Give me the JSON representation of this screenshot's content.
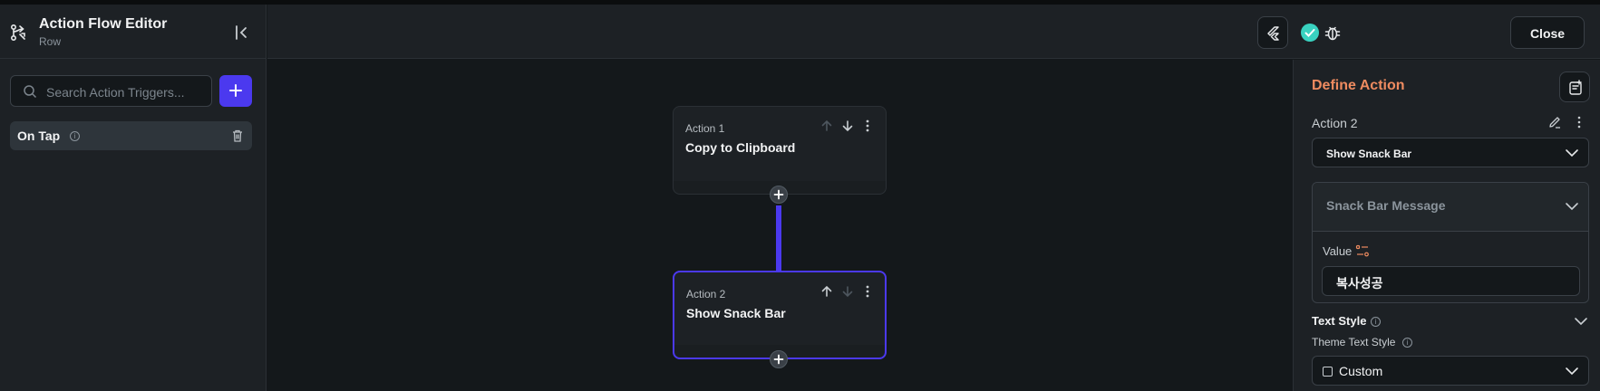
{
  "app": {
    "title": "Action Flow Editor",
    "subtitle": "Row"
  },
  "left": {
    "search_placeholder": "Search Action Triggers...",
    "triggers": [
      {
        "label": "On Tap"
      }
    ]
  },
  "topbar": {
    "close_label": "Close"
  },
  "canvas": {
    "nodes": [
      {
        "label": "Action 1",
        "name": "Copy to Clipboard"
      },
      {
        "label": "Action 2",
        "name": "Show Snack Bar"
      }
    ]
  },
  "right": {
    "title": "Define Action",
    "action_label": "Action 2",
    "action_type": "Show Snack Bar",
    "group_title": "Snack Bar Message",
    "value_label": "Value",
    "value_text": "복사성공",
    "text_style_label": "Text Style",
    "theme_text_style_label": "Theme Text Style",
    "theme_text_style_value": "Custom"
  },
  "colors": {
    "accent": "#4b39ef",
    "title_orange": "#ee8b60",
    "success": "#39d2c0"
  },
  "icons": [
    "flow-icon",
    "collapse-icon",
    "search-icon",
    "plus-icon",
    "info-icon",
    "trash-icon",
    "flutter-icon",
    "check-icon",
    "bug-icon",
    "arrow-up-icon",
    "arrow-down-icon",
    "more-vert-icon",
    "add-note-icon",
    "edit-icon",
    "chevron-down-icon",
    "variable-icon"
  ]
}
